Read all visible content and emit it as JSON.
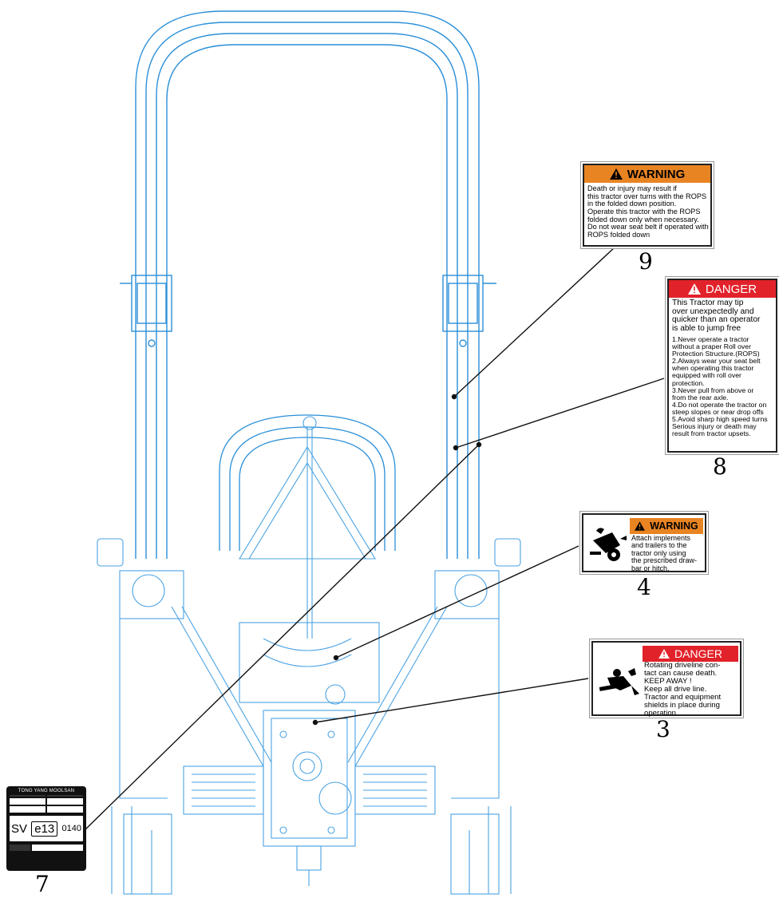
{
  "decal_9": {
    "signal": "WARNING",
    "lines": [
      "Death or injury may result if",
      "this tractor over turns with the ROPS",
      "in the folded down position.",
      "Operate this tractor with the ROPS",
      "folded down only when necessary.",
      "Do  not wear seat belt if operated with",
      "ROPS folded down"
    ],
    "callout": "9",
    "color": "#e98423"
  },
  "decal_8": {
    "signal": "DANGER",
    "intro": [
      "This Tractor may tip",
      "over unexpectedly and",
      "quicker than an operator",
      "is able to jump free"
    ],
    "lines": [
      "1.Never operate a tractor",
      "   without a praper Roll over",
      "   Protection Structure.(ROPS)",
      "2.Always wear your seat belt",
      "   when operating this tractor",
      "   equipped with roll over",
      "   protection.",
      "3.Never pull from above or",
      "   from the rear axle.",
      "4.Do not operate the tractor on",
      "   steep slopes or near drop offs",
      "5.Avoid sharp high speed turns",
      "Serious injury or death may",
      "result from tractor upsets."
    ],
    "callout": "8",
    "color": "#e2222a"
  },
  "decal_4": {
    "signal": "WARNING",
    "lines": [
      "Attach implements",
      "and trailers to the",
      "tractor only using",
      "the prescribed draw-",
      "bar or hitch."
    ],
    "callout": "4",
    "icon": "tractor-tipping-icon"
  },
  "decal_3": {
    "signal": "DANGER",
    "lines": [
      "Rotating driveline  con-",
      "tact can cause death.",
      "          KEEP AWAY !",
      "Keep all drive line.",
      "Tractor and equipment",
      "shields in place during",
      "operation."
    ],
    "callout": "3",
    "icon": "driveline-entanglement-icon"
  },
  "plate_7": {
    "maker": "TONG YANG MOOLSAN",
    "approval_left": "SV",
    "approval_mark": "e13",
    "approval_right": "0140",
    "callout": "7"
  }
}
